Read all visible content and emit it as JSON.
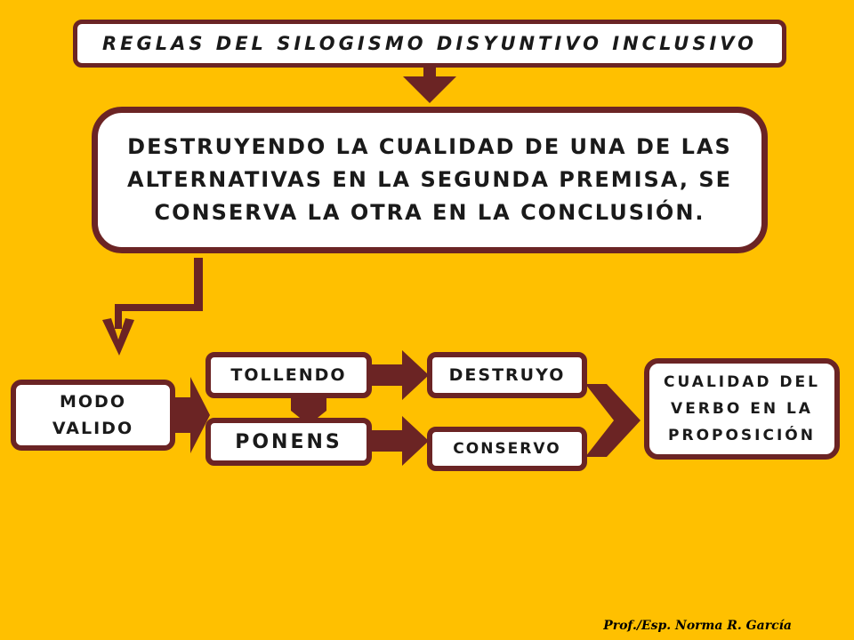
{
  "title": "REGLAS DEL SILOGISMO DISYUNTIVO INCLUSIVO",
  "rule": "DESTRUYENDO LA CUALIDAD DE UNA DE LAS ALTERNATIVAS EN LA SEGUNDA PREMISA, SE CONSERVA LA OTRA EN LA CONCLUSIÓN.",
  "modo": "MODO VALIDO",
  "tollendo": "TOLLENDO",
  "ponens": "PONENS",
  "destruyo": "DESTRUYO",
  "conservo": "CONSERVO",
  "cualidad": "CUALIDAD DEL VERBO EN LA PROPOSICIÓN",
  "signature": "Prof./Esp. Norma R. García",
  "colors": {
    "background": "#FFC000",
    "connector": "#6B2424",
    "box_fill": "#FFFFFF"
  }
}
